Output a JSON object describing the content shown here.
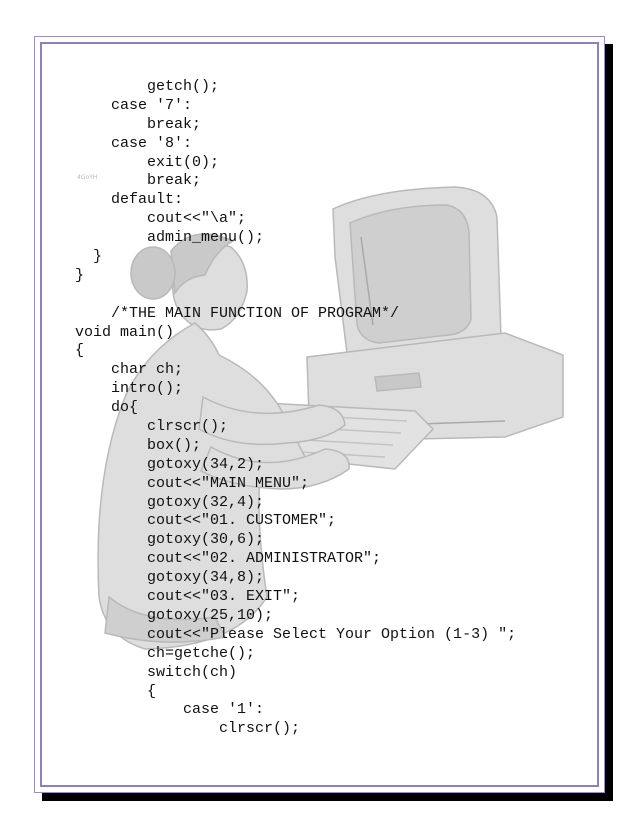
{
  "document": {
    "watermark_text": "4GoYH",
    "code_lines": [
      "        getch();",
      "    case '7':",
      "        break;",
      "    case '8':",
      "        exit(0);",
      "        break;",
      "    default:",
      "        cout<<\"\\a\";",
      "        admin_menu();",
      "  }",
      "}",
      "",
      "    /*THE MAIN FUNCTION OF PROGRAM*/",
      "void main()",
      "{",
      "    char ch;",
      "    intro();",
      "    do{",
      "        clrscr();",
      "        box();",
      "        gotoxy(34,2);",
      "        cout<<\"MAIN MENU\";",
      "        gotoxy(32,4);",
      "        cout<<\"01. CUSTOMER\";",
      "        gotoxy(30,6);",
      "        cout<<\"02. ADMINISTRATOR\";",
      "        gotoxy(34,8);",
      "        cout<<\"03. EXIT\";",
      "        gotoxy(25,10);",
      "        cout<<\"Please Select Your Option (1-3) \";",
      "        ch=getche();",
      "        switch(ch)",
      "        {",
      "            case '1':",
      "                clrscr();"
    ]
  }
}
